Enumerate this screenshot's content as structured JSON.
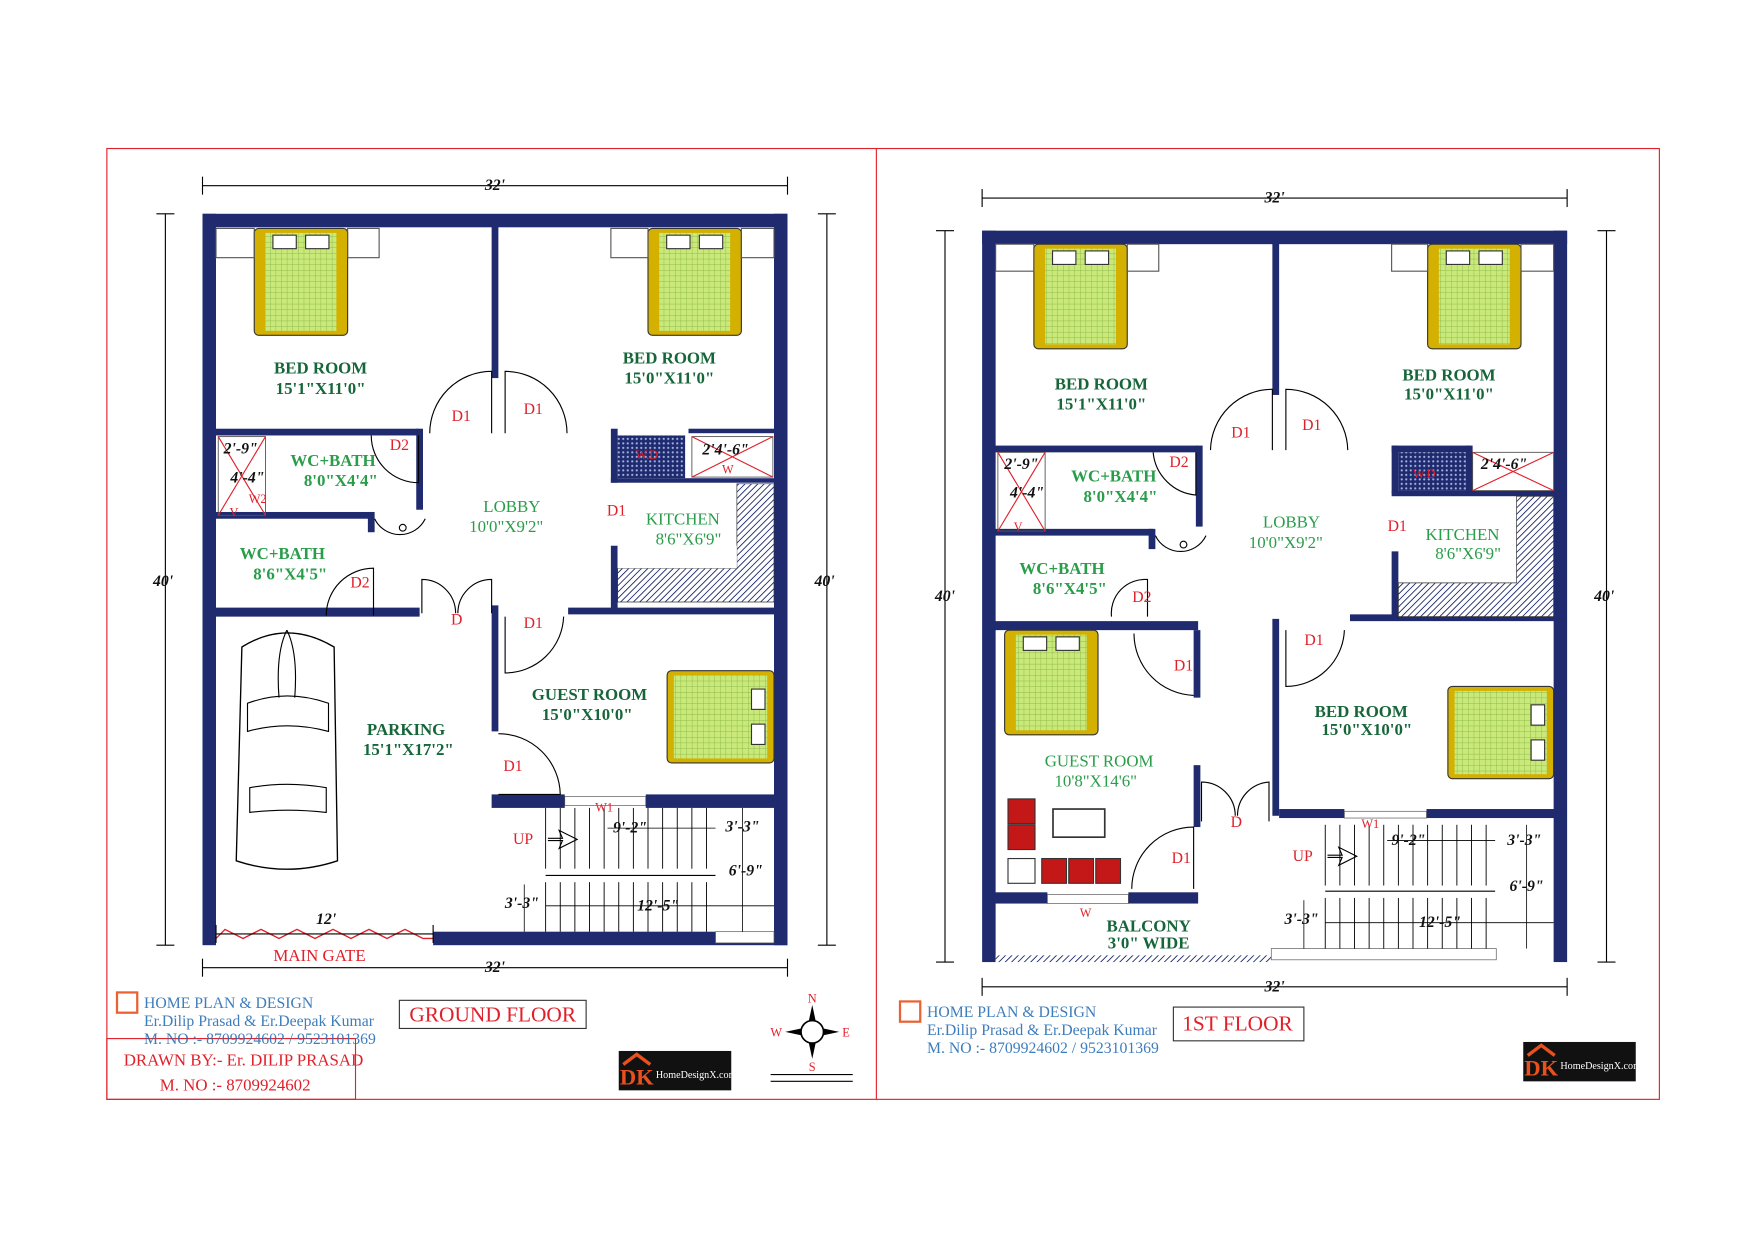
{
  "ground_floor": {
    "title": "GROUND FLOOR",
    "dims": {
      "top": "32'",
      "bottom": "32'",
      "left": "40'",
      "right": "40'",
      "gate_width": "12'",
      "stair_width": "9'-2\"",
      "stair_landing": "3'-3\"",
      "stair_height": "6'-9\"",
      "stair_run": "12'-5\"",
      "stair_left": "3'-3\"",
      "wc_width": "2'-9\"",
      "wc_height": "4'-4\"",
      "kitchen_window": "2'4'-6\""
    },
    "rooms": [
      {
        "label": "BED ROOM",
        "size": "15'1\"X11'0\""
      },
      {
        "label": "BED ROOM",
        "size": "15'0\"X11'0\""
      },
      {
        "label": "WC+BATH",
        "size": "8'0\"X4'4\""
      },
      {
        "label": "WC+BATH",
        "size": "8'6\"X4'5\""
      },
      {
        "label": "LOBBY",
        "size": "10'0\"X9'2\""
      },
      {
        "label": "KITCHEN",
        "size": "8'6\"X6'9\""
      },
      {
        "label": "GUEST ROOM",
        "size": "15'0\"X10'0\""
      },
      {
        "label": "PARKING",
        "size": "15'1\"X17'2\""
      }
    ],
    "doors": [
      "D1",
      "D1",
      "D2",
      "D2",
      "D",
      "D1",
      "D1",
      "D1"
    ],
    "marks": {
      "up": "UP",
      "main_gate": "MAIN GATE",
      "wd": "W.D",
      "w1": "W1",
      "w2": "W2",
      "v": "V",
      "w": "W"
    }
  },
  "first_floor": {
    "title": "1ST FLOOR",
    "dims": {
      "top": "32'",
      "bottom": "32'",
      "left": "40'",
      "right": "40'",
      "stair_width": "9'-2\"",
      "stair_landing": "3'-3\"",
      "stair_height": "6'-9\"",
      "stair_run": "12'-5\"",
      "stair_left": "3'-3\"",
      "wc_width": "2'-9\"",
      "wc_height": "4'-4\"",
      "kitchen_window": "2'4'-6\""
    },
    "rooms": [
      {
        "label": "BED ROOM",
        "size": "15'1\"X11'0\""
      },
      {
        "label": "BED ROOM",
        "size": "15'0\"X11'0\""
      },
      {
        "label": "WC+BATH",
        "size": "8'0\"X4'4\""
      },
      {
        "label": "WC+BATH",
        "size": "8'6\"X4'5\""
      },
      {
        "label": "LOBBY",
        "size": "10'0\"X9'2\""
      },
      {
        "label": "KITCHEN",
        "size": "8'6\"X6'9\""
      },
      {
        "label": "BED ROOM",
        "size": "15'0\"X10'0\""
      },
      {
        "label": "GUEST ROOM",
        "size": "10'8\"X14'6\""
      },
      {
        "label": "BALCONY",
        "size": "3'0\" WIDE"
      }
    ],
    "doors": [
      "D1",
      "D1",
      "D2",
      "D2",
      "D1",
      "D1",
      "D1",
      "D",
      "D1"
    ],
    "marks": {
      "up": "UP",
      "wd": "W.D",
      "w1": "W1",
      "w": "W",
      "v": "V"
    }
  },
  "credits": {
    "drawn_by": "DRAWN BY:-  Er. DILIP PRASAD",
    "mobile": "M. NO :- 8709924602"
  },
  "watermark": {
    "line1": "HOME PLAN & DESIGN",
    "line2": "Er.Dilip Prasad & Er.Deepak Kumar",
    "line3": "M. NO :- 8709924602 / 9523101369"
  },
  "logo": {
    "text": "HomeDesignX.com",
    "initials": "DK"
  },
  "compass": {
    "n": "N",
    "s": "S",
    "e": "E",
    "w": "W"
  },
  "colors": {
    "wall": "#1f2b6e",
    "border": "#e0202a",
    "bed_frame": "#d4b000",
    "bed_mattress": "#c9ea7a",
    "room_label": "#17663a"
  }
}
